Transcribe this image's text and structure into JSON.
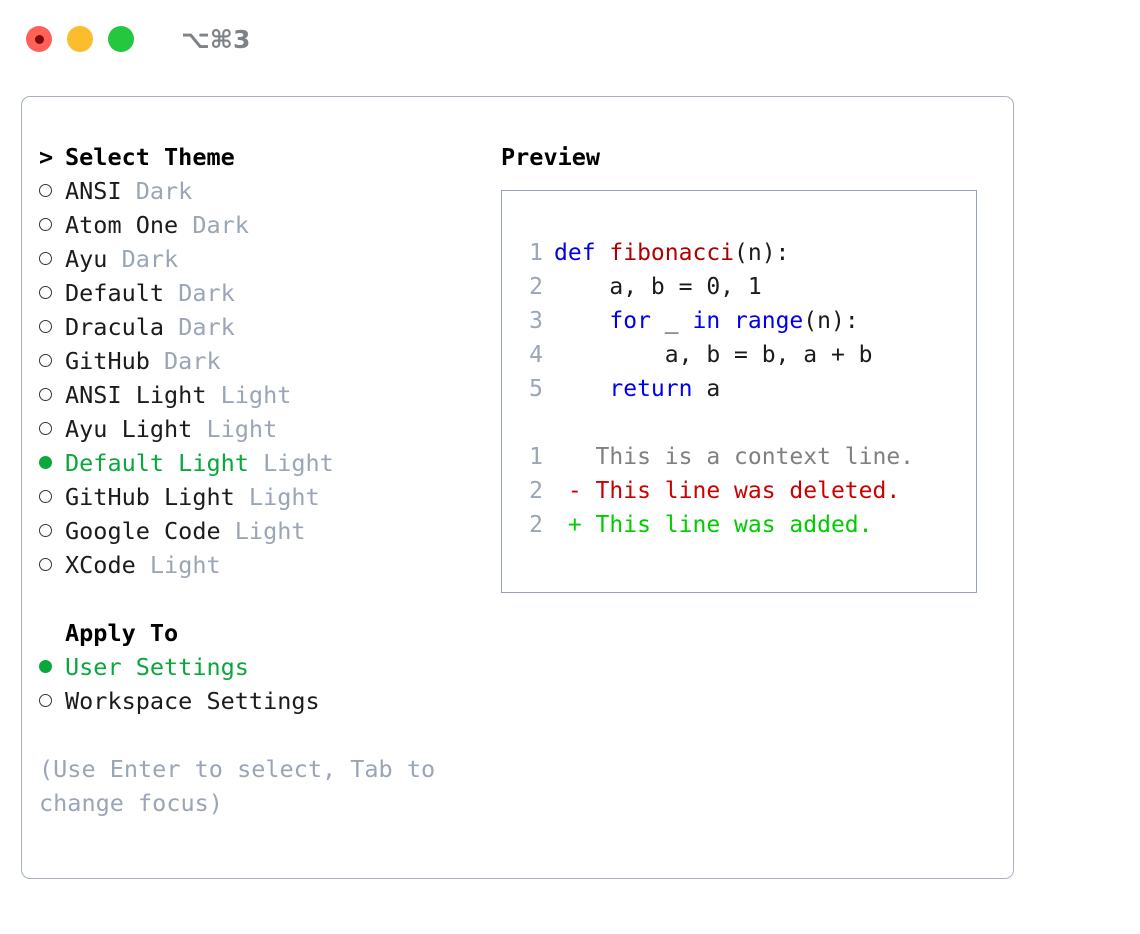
{
  "window": {
    "shortcut": "⌥⌘3",
    "traffic_lights": [
      {
        "name": "close-button",
        "color": "#ff6159"
      },
      {
        "name": "minimize-button",
        "color": "#fbbd2e"
      },
      {
        "name": "maximize-button",
        "color": "#25c73f"
      }
    ]
  },
  "colors": {
    "accent_green": "#0aa83c",
    "muted": "#9aa5b5",
    "border": "#a8b1c0",
    "preview_border": "#98a4b3",
    "keyword": "#0000ee",
    "function": "#b00000",
    "context": "#808080",
    "deleted": "#cc0000",
    "added": "#00cc00"
  },
  "theme_list": {
    "header_marker": ">",
    "header": "Select Theme",
    "items": [
      {
        "marker": "○",
        "selected": false,
        "label": "ANSI",
        "badge": "Dark"
      },
      {
        "marker": "○",
        "selected": false,
        "label": "Atom One",
        "badge": "Dark"
      },
      {
        "marker": "○",
        "selected": false,
        "label": "Ayu",
        "badge": "Dark"
      },
      {
        "marker": "○",
        "selected": false,
        "label": "Default",
        "badge": "Dark"
      },
      {
        "marker": "○",
        "selected": false,
        "label": "Dracula",
        "badge": "Dark"
      },
      {
        "marker": "○",
        "selected": false,
        "label": "GitHub",
        "badge": "Dark"
      },
      {
        "marker": "○",
        "selected": false,
        "label": "ANSI Light",
        "badge": "Light"
      },
      {
        "marker": "○",
        "selected": false,
        "label": "Ayu Light",
        "badge": "Light"
      },
      {
        "marker": "●",
        "selected": true,
        "label": "Default Light",
        "badge": "Light"
      },
      {
        "marker": "○",
        "selected": false,
        "label": "GitHub Light",
        "badge": "Light"
      },
      {
        "marker": "○",
        "selected": false,
        "label": "Google Code",
        "badge": "Light"
      },
      {
        "marker": "○",
        "selected": false,
        "label": "XCode",
        "badge": "Light"
      }
    ]
  },
  "apply_to": {
    "header": "Apply To",
    "items": [
      {
        "marker": "●",
        "selected": true,
        "label": "User Settings",
        "badge": ""
      },
      {
        "marker": "○",
        "selected": false,
        "label": "Workspace Settings",
        "badge": ""
      }
    ]
  },
  "hint": "(Use Enter to select, Tab to change focus)",
  "preview": {
    "title": "Preview",
    "code_lines": [
      {
        "num": "1",
        "tokens": [
          {
            "t": "def ",
            "c": "kw"
          },
          {
            "t": "fibonacci",
            "c": "fn"
          },
          {
            "t": "(n):",
            "c": "plain"
          }
        ]
      },
      {
        "num": "2",
        "tokens": [
          {
            "t": "    a, b = 0, 1",
            "c": "plain"
          }
        ]
      },
      {
        "num": "3",
        "tokens": [
          {
            "t": "    ",
            "c": "plain"
          },
          {
            "t": "for",
            "c": "kw"
          },
          {
            "t": " _ ",
            "c": "plain"
          },
          {
            "t": "in",
            "c": "kw"
          },
          {
            "t": " ",
            "c": "plain"
          },
          {
            "t": "range",
            "c": "kw"
          },
          {
            "t": "(n):",
            "c": "plain"
          }
        ]
      },
      {
        "num": "4",
        "tokens": [
          {
            "t": "        a, b = b, a + b",
            "c": "plain"
          }
        ]
      },
      {
        "num": "5",
        "tokens": [
          {
            "t": "    ",
            "c": "plain"
          },
          {
            "t": "return",
            "c": "kw"
          },
          {
            "t": " a",
            "c": "plain"
          }
        ]
      }
    ],
    "diff_lines": [
      {
        "num": "1",
        "tokens": [
          {
            "t": "   This is a context line.",
            "c": "ctx"
          }
        ]
      },
      {
        "num": "2",
        "tokens": [
          {
            "t": " - This line was deleted.",
            "c": "del"
          }
        ]
      },
      {
        "num": "2",
        "tokens": [
          {
            "t": " + This line was added.",
            "c": "add"
          }
        ]
      }
    ]
  }
}
